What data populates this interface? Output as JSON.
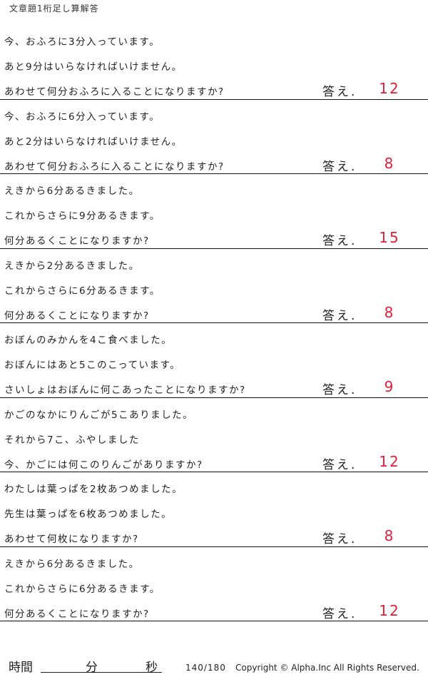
{
  "title": "文章題1桁足し算解答",
  "answer_label": "答え.",
  "problems": [
    {
      "lines": [
        "今、おふろに3分入っています。",
        "あと9分はいらなければいけません。",
        "あわせて何分おふろに入ることになりますか?"
      ],
      "answer": "12"
    },
    {
      "lines": [
        "今、おふろに6分入っています。",
        "あと2分はいらなければいけません。",
        "あわせて何分おふろに入ることになりますか?"
      ],
      "answer": "8"
    },
    {
      "lines": [
        "えきから6分あるきました。",
        "これからさらに9分あるきます。",
        "何分あるくことになりますか?"
      ],
      "answer": "15"
    },
    {
      "lines": [
        "えきから2分あるきました。",
        "これからさらに6分あるきます。",
        "何分あるくことになりますか?"
      ],
      "answer": "8"
    },
    {
      "lines": [
        "おぼんのみかんを4こ食べました。",
        "おぼんにはあと5このこっています。",
        "さいしょはおぼんに何こあったことになりますか?"
      ],
      "answer": "9"
    },
    {
      "lines": [
        "かごのなかにりんごが5こありました。",
        "それから7こ、ふやしました",
        "今、かごには何このりんごがありますか?"
      ],
      "answer": "12"
    },
    {
      "lines": [
        "わたしは葉っぱを2枚あつめました。",
        "先生は葉っぱを6枚あつめました。",
        "あわせて何枚になりますか?"
      ],
      "answer": "8"
    },
    {
      "lines": [
        "えきから6分あるきました。",
        "これからさらに6分あるきます。",
        "何分あるくことになりますか?"
      ],
      "answer": "12"
    }
  ],
  "footer": {
    "time_label": "時間",
    "minutes_label": "分",
    "seconds_label": "秒",
    "page": "140/180",
    "copyright": "Copyright © Alpha.Inc All Rights Reserved."
  },
  "colors": {
    "answer": "#e0203a",
    "text": "#222222",
    "rule": "#111111"
  }
}
